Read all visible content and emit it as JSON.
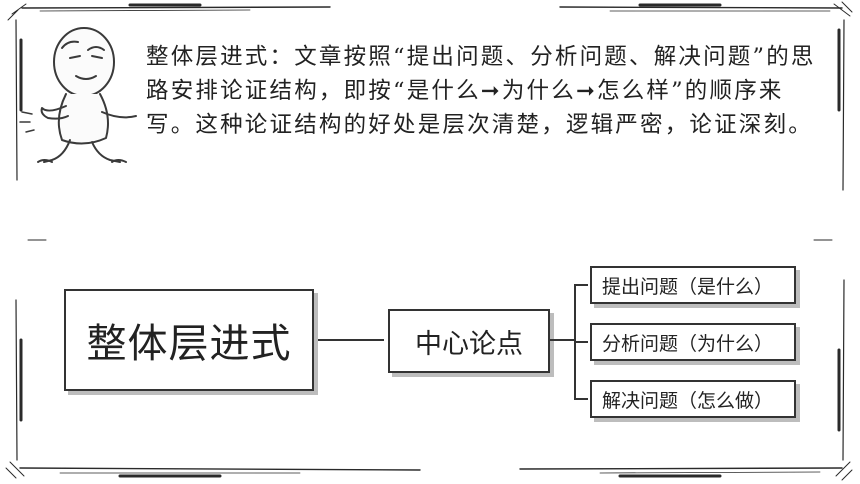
{
  "intro": {
    "text": "整体层进式：文章按照“提出问题、分析问题、解决问题”的思路安排论证结构，即按“是什么➞为什么➞怎么样”的顺序来写。这种论证结构的好处是层次清楚，逻辑严密，论证深刻。"
  },
  "diagram": {
    "main": "整体层进式",
    "center": "中心论点",
    "branches": [
      {
        "label": "提出问题（是什么）"
      },
      {
        "label": "分析问题（为什么）"
      },
      {
        "label": "解决问题（怎么做）"
      }
    ]
  },
  "icons": {
    "character": "doodle-character-icon",
    "frame": "hand-drawn-frame"
  },
  "colors": {
    "line": "#333333",
    "text": "#222222",
    "shadow": "#bdbdbd",
    "background": "#ffffff"
  }
}
